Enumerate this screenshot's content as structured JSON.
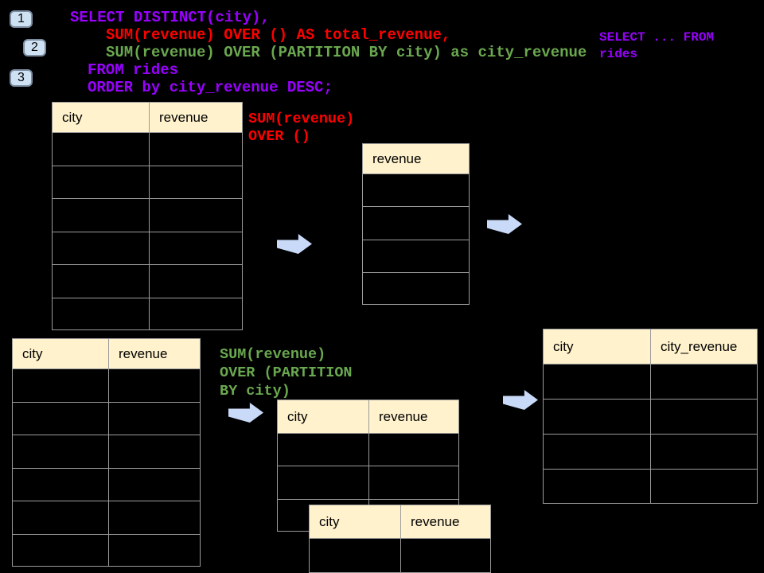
{
  "colors": {
    "background": "#000000",
    "sql_purple": "#9900ff",
    "sql_red": "#fe0000",
    "sql_green": "#6aa84f",
    "table_header_fill": "#fff2cc",
    "table_border": "#9b9b9b",
    "arrow_fill": "#c9daf8",
    "badge_fill": "#cfe2f3"
  },
  "badges": {
    "step1": "1",
    "step2": "2",
    "step3": "3"
  },
  "sql": {
    "line1": "SELECT DISTINCT(city),",
    "line2": "SUM(revenue) OVER () AS total_revenue,",
    "line3": "SUM(revenue) OVER (PARTITION BY city) as city_revenue",
    "line4": "FROM rides",
    "line5": "ORDER by city_revenue DESC;"
  },
  "side_note": {
    "line1": "SELECT ... FROM",
    "line2": "rides"
  },
  "labels": {
    "total": {
      "line1": "SUM(revenue)",
      "line2": "OVER ()"
    },
    "partition": {
      "line1": "SUM(revenue)",
      "line2": "OVER (PARTITION",
      "line3": "BY city)"
    }
  },
  "tables": {
    "source_total": {
      "col1": "city",
      "col2": "revenue",
      "rows": 6
    },
    "total_result": {
      "col1": "revenue",
      "rows": 4
    },
    "source_partition": {
      "col1": "city",
      "col2": "revenue",
      "rows": 6
    },
    "partition_step": {
      "col1": "city",
      "col2": "revenue",
      "rows": 3
    },
    "partition_front": {
      "col1": "city",
      "col2": "revenue",
      "rows": 1
    },
    "partition_result": {
      "col1": "city",
      "col2": "city_revenue",
      "rows": 4
    }
  }
}
